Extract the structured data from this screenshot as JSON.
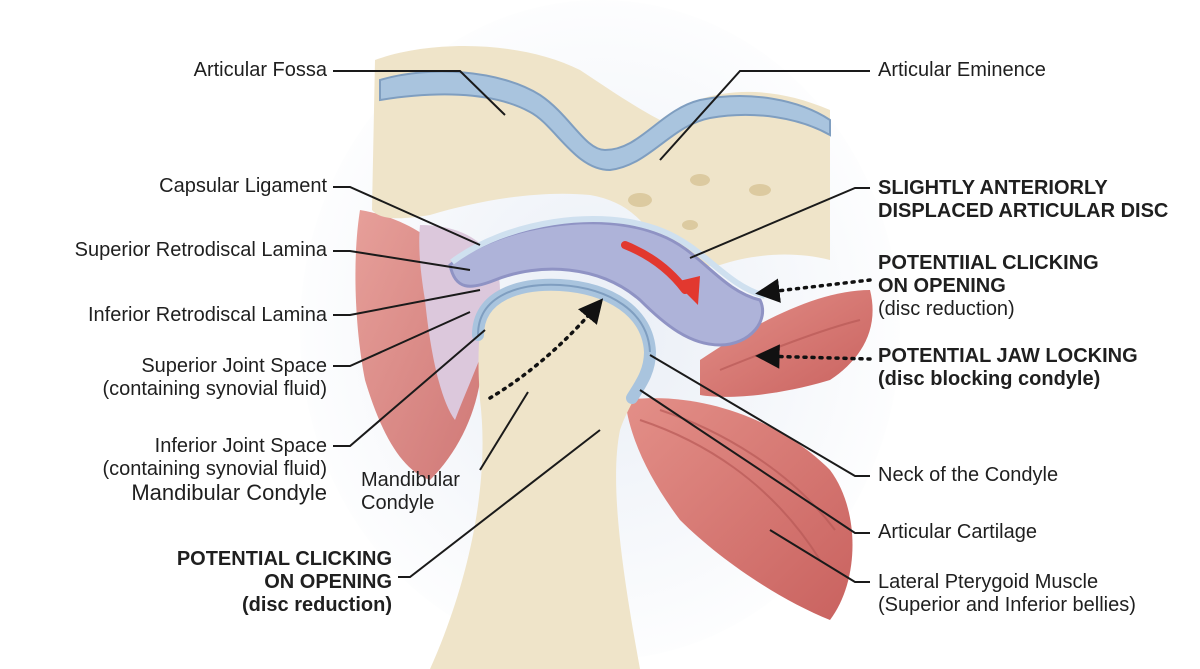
{
  "labels": {
    "articular_fossa": "Articular Fossa",
    "articular_eminence": "Articular Eminence",
    "capsular_ligament": "Capsular Ligament",
    "superior_retrodiscal_lamina": "Superior Retrodiscal Lamina",
    "inferior_retrodiscal_lamina": "Inferior Retrodiscal Lamina",
    "superior_joint_space": {
      "line1": "Superior Joint Space",
      "line2": "(containing synovial fluid)"
    },
    "inferior_joint_space": {
      "line1": "Inferior Joint Space",
      "line2": "(containing synovial fluid)",
      "line3": "Mandibular Condyle"
    },
    "mandibular_condyle_inner": {
      "line1": "Mandibular",
      "line2": "Condyle"
    },
    "potential_clicking_bottom": {
      "line1": "POTENTIAL CLICKING",
      "line2": "ON OPENING",
      "line3": "(disc reduction)"
    },
    "displaced_disc": {
      "line1": "SLIGHTLY ANTERIORLY",
      "line2": "DISPLACED ARTICULAR DISC"
    },
    "potential_clicking_right": {
      "line1": "POTENTIIAL CLICKING",
      "line2": "ON OPENING",
      "line3": "(disc reduction)"
    },
    "potential_jaw_locking": {
      "line1": "POTENTIAL JAW LOCKING",
      "line2": "(disc blocking condyle)"
    },
    "neck_of_condyle": "Neck of the Condyle",
    "articular_cartilage": "Articular Cartilage",
    "lateral_pterygoid": {
      "line1": "Lateral Pterygoid Muscle",
      "line2": "(Superior and Inferior bellies)"
    }
  },
  "colors": {
    "bone": "#efe4c9",
    "bone_dark": "#dccaa0",
    "cartilage": "#a9c4de",
    "cartilage_light": "#cfe0ef",
    "disc": "#aeb3d9",
    "disc_dark": "#8f93c4",
    "muscle": "#d97d78",
    "muscle_dark": "#b85a57",
    "retrodiscal": "#dcc8dc",
    "arrow_red": "#e2382f",
    "leader": "#1a1a1a"
  }
}
